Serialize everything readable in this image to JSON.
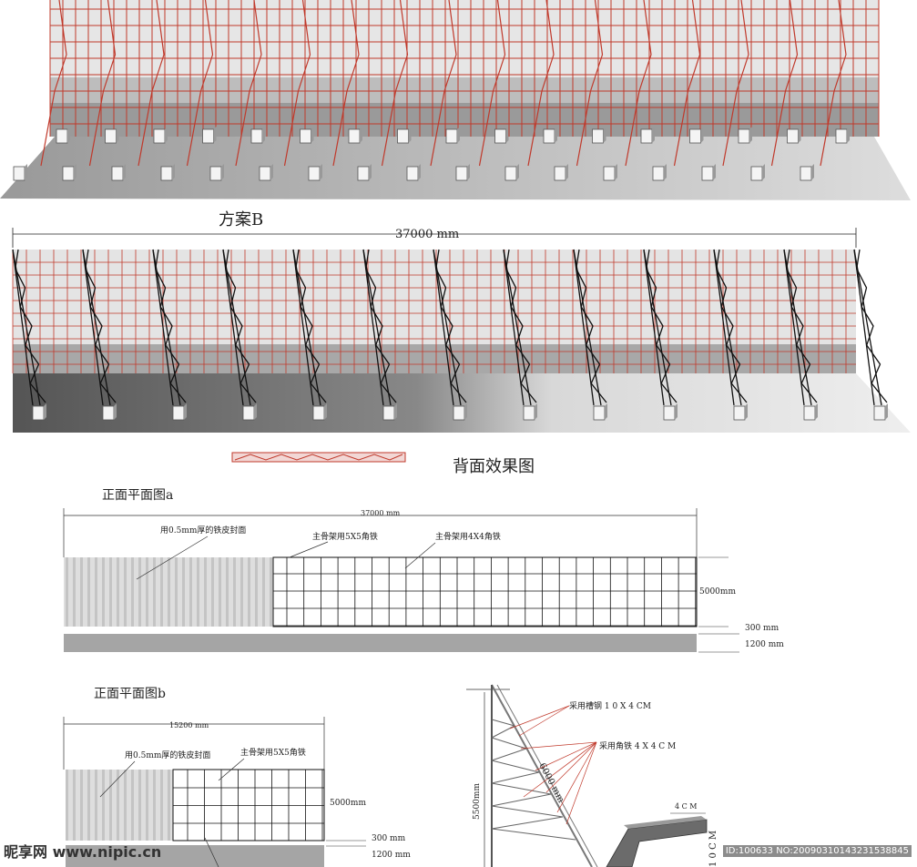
{
  "labels": {
    "scheme_b": "方案B",
    "dim_b": "37000 mm",
    "back_view": "背面效果图",
    "front_a": "正面平面图a",
    "dim_a": "37000 mm",
    "note_a1": "用0.5mm厚的铁皮封面",
    "note_a2": "主骨架用5X5角铁",
    "note_a3": "主骨架用4X4角铁",
    "height_a": "5000mm",
    "gap_a": "300 mm",
    "base_a": "1200 mm",
    "front_b": "正面平面图b",
    "dim_b2": "15200 mm",
    "note_b1": "用0.5mm厚的铁皮封面",
    "note_b2": "主骨架用5X5角铁",
    "height_b": "5000mm",
    "gap_b": "300 mm",
    "base_b": "1200 mm",
    "truss_n1": "采用槽钢 1 0 X 4 CM",
    "truss_n2": "采用角铁 4 X 4 C M",
    "truss_diag": "6000 mm",
    "truss_h": "5500mm",
    "channel_w": "4 C M",
    "channel_h": "1 0 C M"
  },
  "watermark": {
    "site": "昵享网 www.nipic.cn",
    "id": "ID:100633 NO:20090310143231538845"
  },
  "colors": {
    "grid": "#c0392b",
    "panel": "#e3e3e3",
    "band": "#a9a9a9",
    "ground": "#8c8c8c"
  }
}
